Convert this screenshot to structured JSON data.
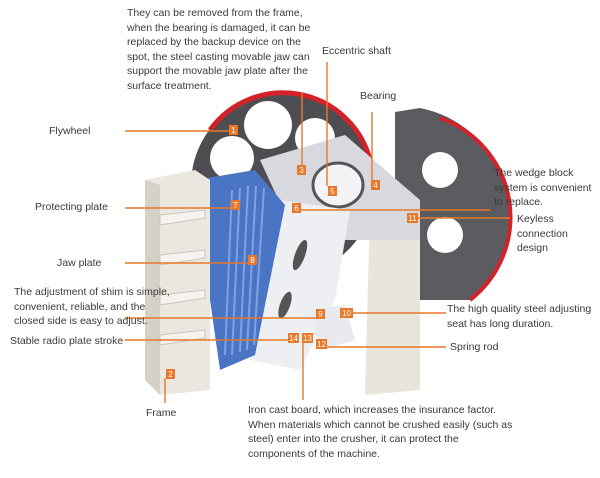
{
  "labels": {
    "movable_jaw_note": "They can be removed from the frame, when the bearing is damaged, it can be replaced by the backup device on the spot, the steel casting movable jaw can support the movable jaw plate after the surface treatment.",
    "eccentric_shaft": "Eccentric shaft",
    "bearing": "Bearing",
    "flywheel": "Flywheel",
    "wedge_block": "The wedge block system is convenient to replace.",
    "protecting_plate": "Protecting plate",
    "keyless": "Keyless connection design",
    "jaw_plate": "Jaw plate",
    "shim": "The adjustment of shim is simple, convenient, reliable, and the closed side is easy to adjust.",
    "adjusting_seat": "The high quality steel adjusting seat has long duration.",
    "stable_plate": "Stable radio plate stroke",
    "spring_rod": "Spring rod",
    "frame": "Frame",
    "iron_cast": "Iron cast board, which increases the insurance factor. When materials which cannot be crushed easily (such as steel) enter into the crusher, it can protect the components of the machine."
  },
  "badges": [
    "1",
    "2",
    "3",
    "4",
    "5",
    "6",
    "7",
    "8",
    "9",
    "10",
    "11",
    "12",
    "13",
    "14"
  ],
  "colors": {
    "accent": "#e8782a",
    "flywheel_rim": "#d2232a",
    "jaw_blue": "#4a74c4"
  }
}
